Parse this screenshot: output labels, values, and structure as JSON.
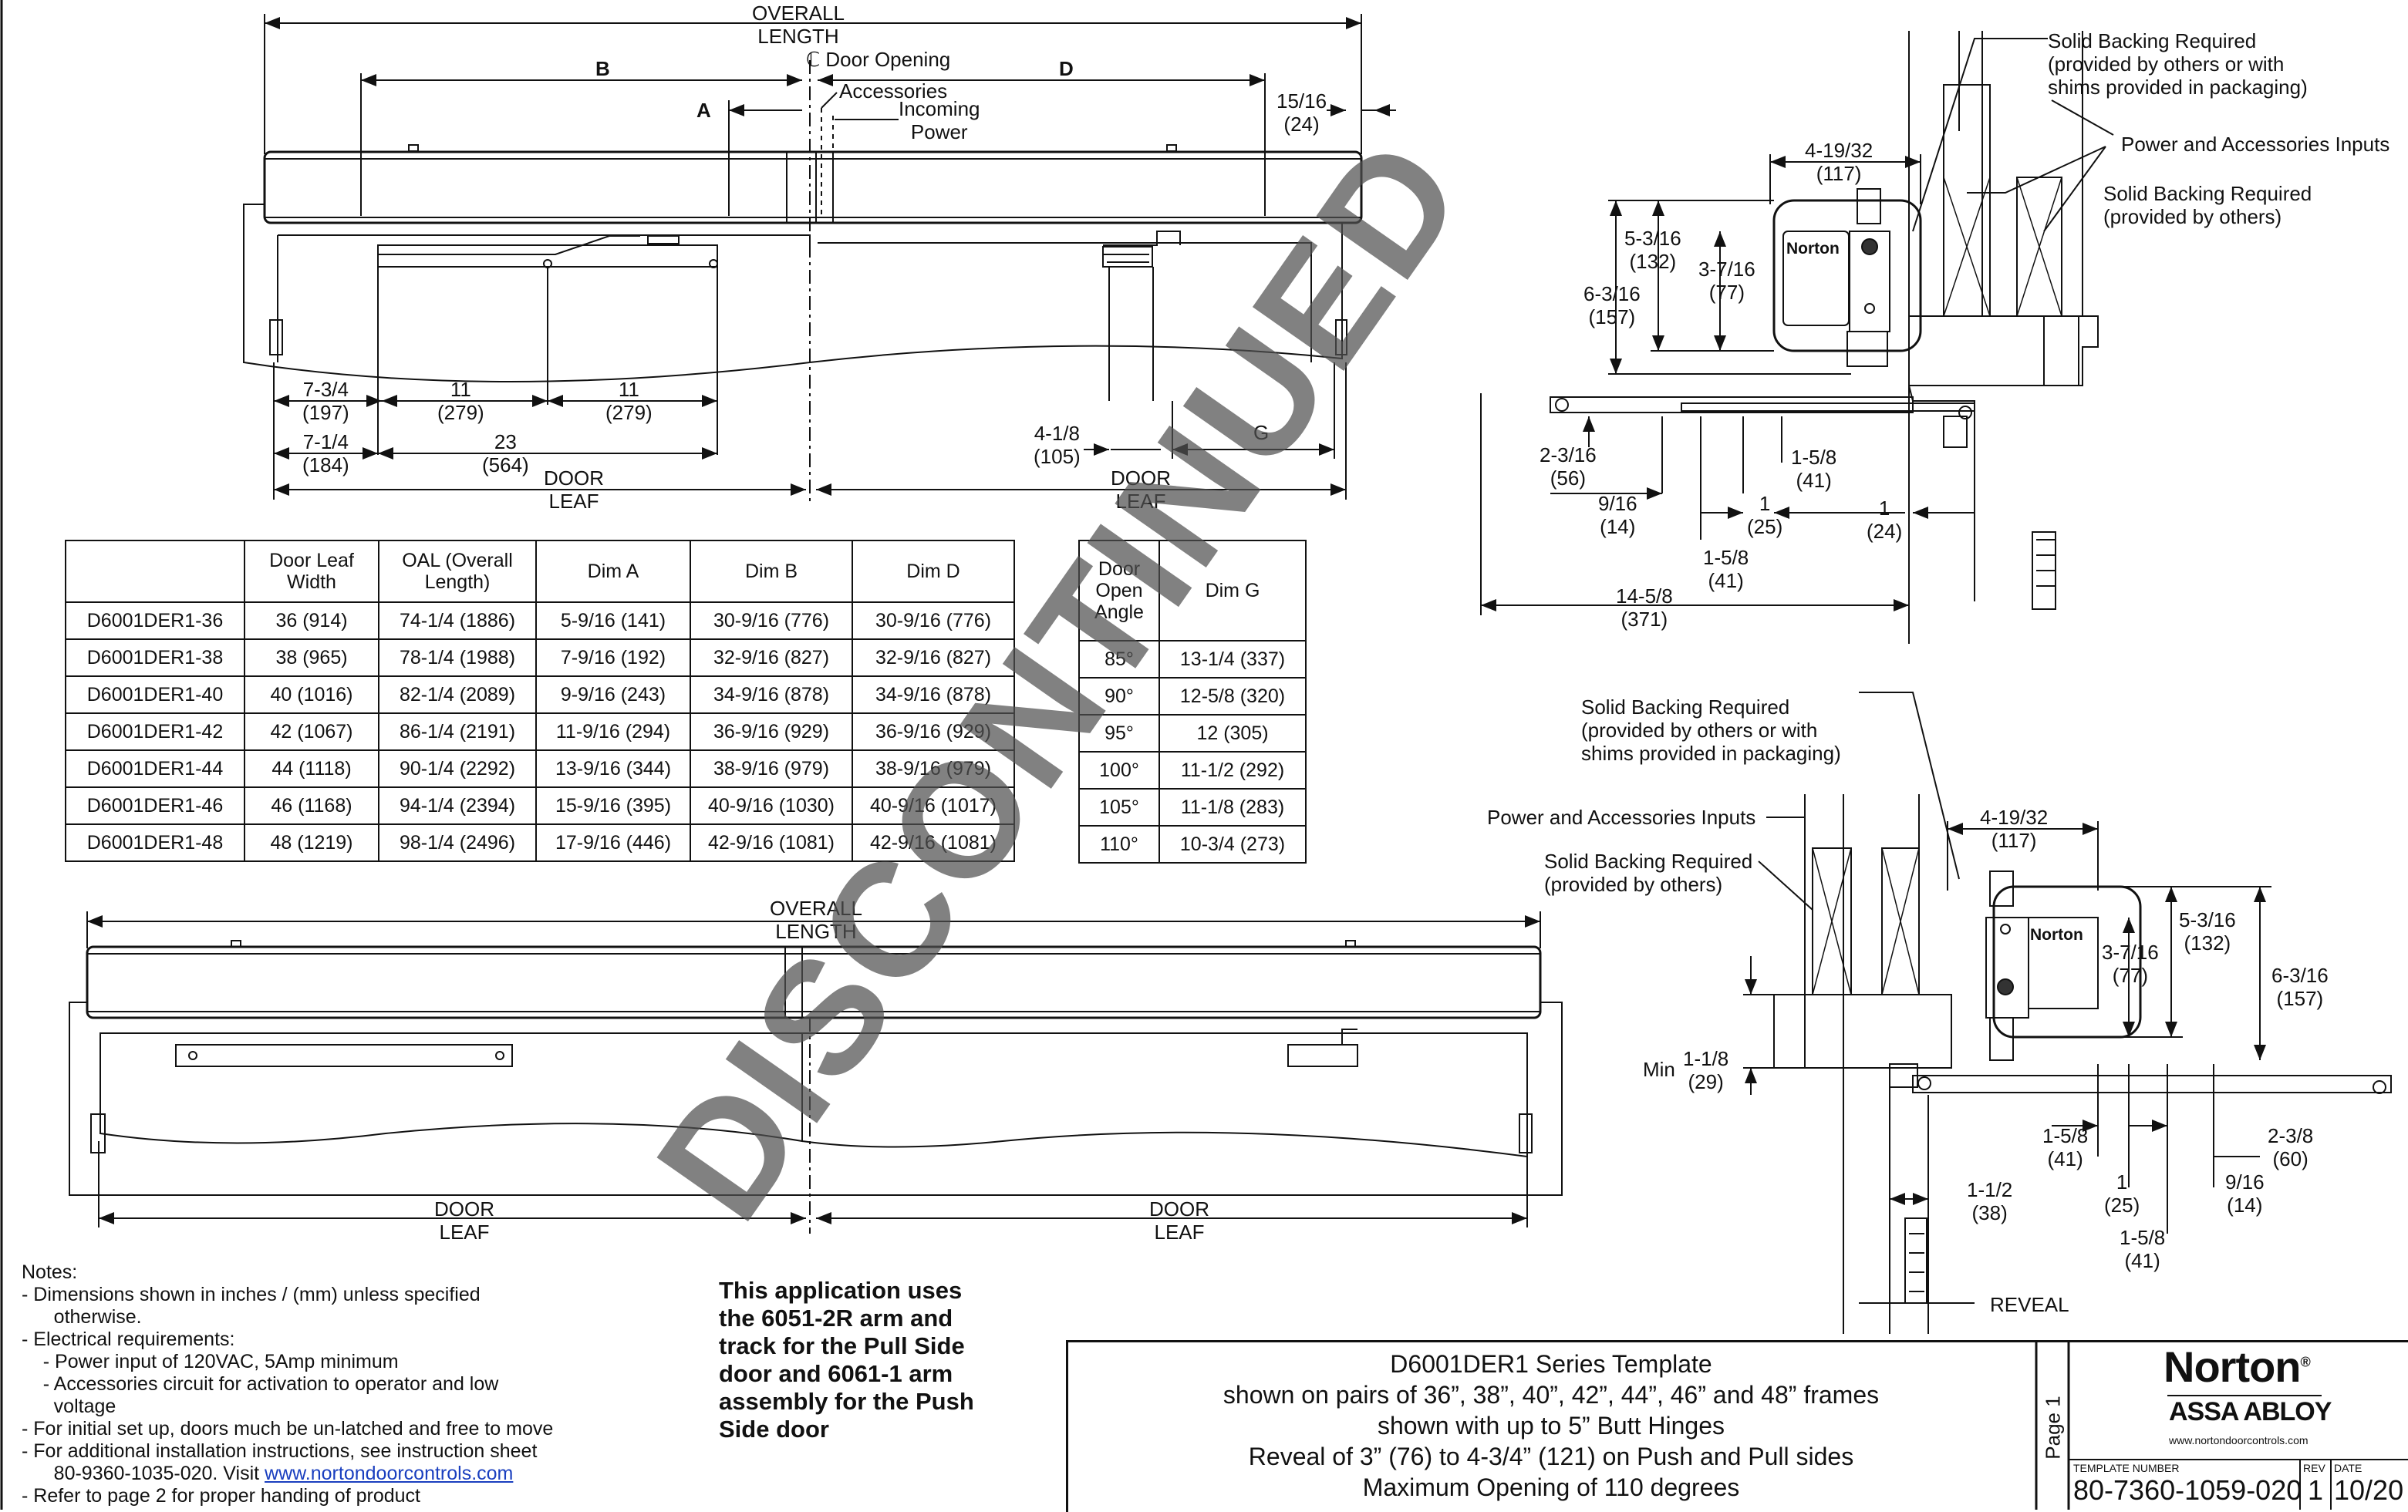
{
  "watermark": "DISCONTINUED",
  "top_elevation": {
    "overall": [
      "OVERALL",
      "LENGTH"
    ],
    "cl_door_opening": "ℂ Door Opening",
    "accessories": "Accessories",
    "incoming_power": [
      "Incoming",
      "Power"
    ],
    "dim_b": "B",
    "dim_a": "A",
    "dim_d": "D",
    "dim_g": "G",
    "d_15_16": [
      "15/16",
      "(24)"
    ],
    "d_7_3_4": [
      "7-3/4",
      "(197)"
    ],
    "d_11a": [
      "11",
      "(279)"
    ],
    "d_11b": [
      "11",
      "(279)"
    ],
    "d_7_1_4": [
      "7-1/4",
      "(184)"
    ],
    "d_23": [
      "23",
      "(564)"
    ],
    "d_4_1_8": [
      "4-1/8",
      "(105)"
    ],
    "door_leaf_left": [
      "DOOR",
      "LEAF"
    ],
    "door_leaf_right": [
      "DOOR",
      "LEAF"
    ]
  },
  "bottom_elevation": {
    "overall": [
      "OVERALL",
      "LENGTH"
    ],
    "door_leaf_left": [
      "DOOR",
      "LEAF"
    ],
    "door_leaf_right": [
      "DOOR",
      "LEAF"
    ]
  },
  "spec_table": {
    "headers": [
      "",
      "Door Leaf\nWidth",
      "OAL (Overall\nLength)",
      "Dim A",
      "Dim B",
      "Dim D"
    ],
    "rows": [
      [
        "D6001DER1-36",
        "36 (914)",
        "74-1/4 (1886)",
        "5-9/16 (141)",
        "30-9/16 (776)",
        "30-9/16 (776)"
      ],
      [
        "D6001DER1-38",
        "38 (965)",
        "78-1/4 (1988)",
        "7-9/16 (192)",
        "32-9/16 (827)",
        "32-9/16 (827)"
      ],
      [
        "D6001DER1-40",
        "40 (1016)",
        "82-1/4 (2089)",
        "9-9/16 (243)",
        "34-9/16 (878)",
        "34-9/16 (878)"
      ],
      [
        "D6001DER1-42",
        "42 (1067)",
        "86-1/4 (2191)",
        "11-9/16 (294)",
        "36-9/16 (929)",
        "36-9/16 (929)"
      ],
      [
        "D6001DER1-44",
        "44 (1118)",
        "90-1/4 (2292)",
        "13-9/16 (344)",
        "38-9/16 (979)",
        "38-9/16 (979)"
      ],
      [
        "D6001DER1-46",
        "46 (1168)",
        "94-1/4 (2394)",
        "15-9/16 (395)",
        "40-9/16 (1030)",
        "40-9/16 (1017)"
      ],
      [
        "D6001DER1-48",
        "48 (1219)",
        "98-1/4 (2496)",
        "17-9/16 (446)",
        "42-9/16 (1081)",
        "42-9/16 (1081)"
      ]
    ]
  },
  "angle_table": {
    "headers": [
      "Door\nOpen\nAngle",
      "Dim G"
    ],
    "rows": [
      [
        "85°",
        "13-1/4 (337)"
      ],
      [
        "90°",
        "12-5/8 (320)"
      ],
      [
        "95°",
        "12 (305)"
      ],
      [
        "100°",
        "11-1/2 (292)"
      ],
      [
        "105°",
        "11-1/8 (283)"
      ],
      [
        "110°",
        "10-3/4 (273)"
      ]
    ]
  },
  "section_top": {
    "solid_backing_1": [
      "Solid Backing Required",
      "(provided by others or with",
      "shims provided in packaging)"
    ],
    "power_inputs": "Power and Accessories Inputs",
    "solid_backing_2": [
      "Solid Backing Required",
      "(provided by others)"
    ],
    "d_4_19_32": [
      "4-19/32",
      "(117)"
    ],
    "d_5_3_16": [
      "5-3/16",
      "(132)"
    ],
    "d_3_7_16": [
      "3-7/16",
      "(77)"
    ],
    "d_6_3_16": [
      "6-3/16",
      "(157)"
    ],
    "d_2_3_16": [
      "2-3/16",
      "(56)"
    ],
    "d_1_5_8a": [
      "1-5/8",
      "(41)"
    ],
    "d_9_16": [
      "9/16",
      "(14)"
    ],
    "d_1a": [
      "1",
      "(25)"
    ],
    "d_1b": [
      "1",
      "(24)"
    ],
    "d_1_5_8b": [
      "1-5/8",
      "(41)"
    ],
    "d_14_5_8": [
      "14-5/8",
      "(371)"
    ],
    "brand": "Norton"
  },
  "section_bottom": {
    "solid_backing_1": [
      "Solid Backing Required",
      "(provided by others or with",
      "shims provided in packaging)"
    ],
    "power_inputs": "Power and Accessories Inputs",
    "solid_backing_2": [
      "Solid Backing Required",
      "(provided by others)"
    ],
    "d_4_19_32": [
      "4-19/32",
      "(117)"
    ],
    "d_5_3_16": [
      "5-3/16",
      "(132)"
    ],
    "d_3_7_16": [
      "3-7/16",
      "(77)"
    ],
    "d_6_3_16": [
      "6-3/16",
      "(157)"
    ],
    "min_label": "Min",
    "d_1_1_8": [
      "1-1/8",
      "(29)"
    ],
    "d_1_5_8a": [
      "1-5/8",
      "(41)"
    ],
    "d_1": [
      "1",
      "(25)"
    ],
    "d_2_3_8": [
      "2-3/8",
      "(60)"
    ],
    "d_9_16": [
      "9/16",
      "(14)"
    ],
    "d_1_1_2": [
      "1-1/2",
      "(38)"
    ],
    "d_1_5_8b": [
      "1-5/8",
      "(41)"
    ],
    "reveal": "REVEAL",
    "brand": "Norton"
  },
  "notes": {
    "lines": [
      "Notes:",
      "- Dimensions shown in inches / (mm) unless specified",
      "      otherwise.",
      "- Electrical requirements:",
      "    - Power input of 120VAC, 5Amp minimum",
      "    - Accessories circuit for activation to operator and low",
      "      voltage",
      "- For initial set up, doors much be un-latched and free to move",
      "- For additional installation instructions, see instruction sheet",
      "      80-9360-1035-020. Visit "
    ],
    "link": "www.nortondoorcontrols.com",
    "last": "- Refer to page 2 for proper handing of product"
  },
  "application_note": "This application uses the 6051-2R arm and track for the Pull Side door and 6061-1 arm assembly for the Push Side door",
  "title_block": {
    "lines": [
      "D6001DER1 Series Template",
      "shown on pairs of 36”, 38”, 40”, 42”, 44”, 46” and 48” frames",
      "shown with up to 5” Butt Hinges",
      "Reveal of 3” (76) to 4-3/4” (121) on Push and Pull sides",
      "Maximum Opening of 110 degrees"
    ],
    "page": "Page 1",
    "logo": "Norton",
    "logo_reg": "®",
    "parent": "ASSA ABLOY",
    "site": "www.nortondoorcontrols.com",
    "template_number_label": "TEMPLATE NUMBER",
    "template_number": "80-7360-1059-020",
    "rev_label": "REV",
    "rev": "1",
    "date_label": "DATE",
    "date": "10/20"
  }
}
